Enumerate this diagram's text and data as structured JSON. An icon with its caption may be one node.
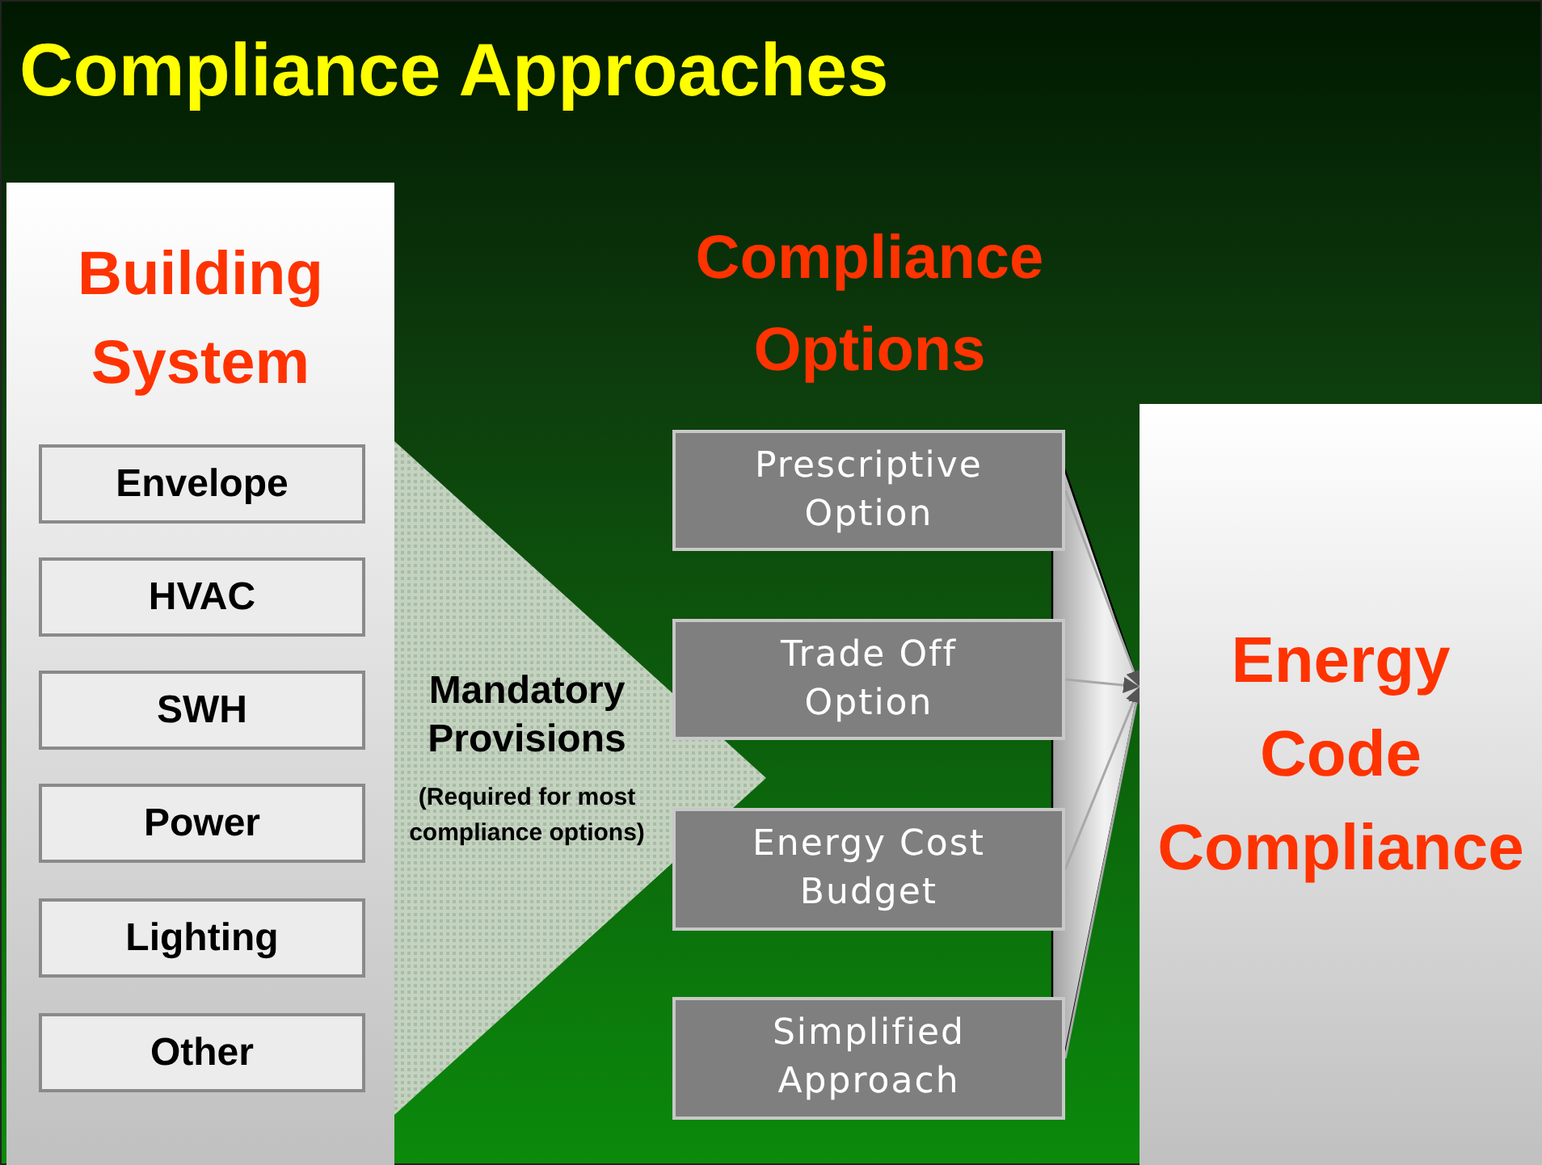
{
  "diagram": {
    "title": "Compliance Approaches",
    "nodes": [
      {
        "text": [
          "Building System"
        ]
      },
      {
        "text": [
          "Envelope"
        ],
        "in": 0
      },
      {
        "text": [
          "HVAC"
        ],
        "in": 0
      },
      {
        "text": [
          "SWH"
        ],
        "in": 0
      },
      {
        "text": [
          "Power"
        ],
        "in": 0
      },
      {
        "text": [
          "Lighting"
        ],
        "in": 0
      },
      {
        "text": [
          "Other"
        ],
        "in": 0
      },
      {
        "text": [
          "Mandatory Provisions",
          "(Required for most compliance options)"
        ]
      },
      {
        "text": [
          "Prescriptive Option"
        ]
      },
      {
        "text": [
          "Trade Off Option"
        ]
      },
      {
        "text": [
          "Energy Cost Budget"
        ]
      },
      {
        "text": [
          "Simplified Approach"
        ]
      },
      {
        "text": [
          "Energy Code Compliance"
        ]
      }
    ],
    "edges": [
      {
        "from": 8,
        "to": 12,
        "arrow": "to"
      },
      {
        "from": 9,
        "to": 12,
        "arrow": "to"
      },
      {
        "from": 10,
        "to": 12,
        "arrow": "to"
      },
      {
        "from": 11,
        "to": 12,
        "arrow": "to"
      }
    ],
    "labels": [
      "Compliance Options"
    ]
  }
}
